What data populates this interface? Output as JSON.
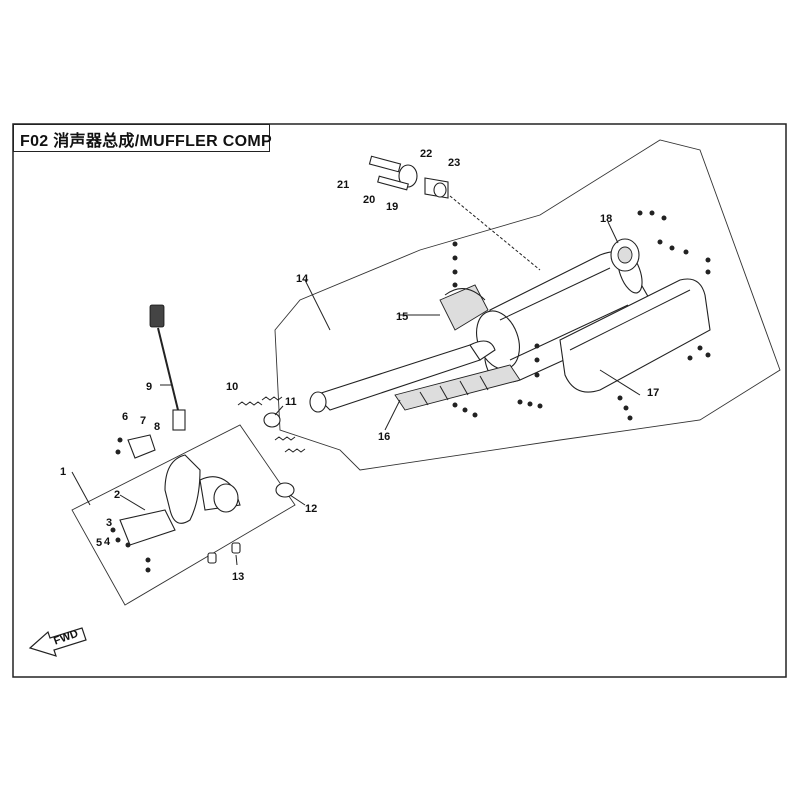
{
  "title": "F02 消声器总成/MUFFLER COMP",
  "fwd_label": "FWD",
  "callouts": [
    "1",
    "2",
    "3",
    "4",
    "5",
    "6",
    "7",
    "8",
    "9",
    "10",
    "11",
    "12",
    "13",
    "14",
    "15",
    "16",
    "17",
    "18",
    "19",
    "20",
    "21",
    "22",
    "23"
  ]
}
